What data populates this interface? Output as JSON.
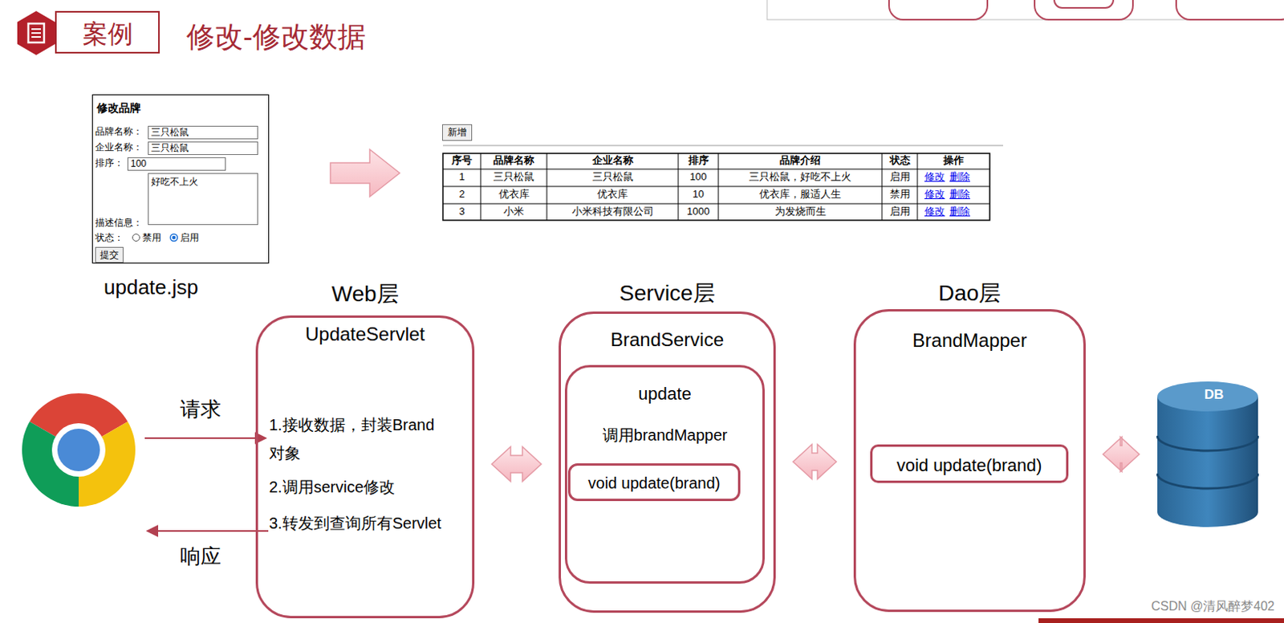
{
  "diagram": {
    "title": "修改-修改数据",
    "nodes": [
      {
        "text": [
          "案例"
        ]
      },
      {
        "text": [
          "修改品牌",
          "品牌名称：",
          "三只松鼠",
          "企业名称：",
          "三只松鼠",
          "排序：",
          "100",
          "好吃不上火",
          "描述信息：",
          "状态：",
          "禁用",
          "启用",
          "提交",
          "update.jsp"
        ]
      },
      {
        "text": [
          "Web层",
          "UpdateServlet",
          "1.接收数据，封装Brand 对象",
          "2.调用service修改",
          "3.转发到查询所有Servlet"
        ]
      },
      {
        "text": [
          "Service层",
          "BrandService"
        ]
      },
      {
        "text": [
          "update",
          "调用brandMapper"
        ],
        "in": 3
      },
      {
        "text": [
          "void update(brand)"
        ],
        "in": 4
      },
      {
        "text": [
          "Dao层",
          "BrandMapper"
        ]
      },
      {
        "text": [
          "void update(brand)"
        ],
        "in": 6
      },
      {
        "text": [
          "DB"
        ]
      }
    ],
    "edges": [
      {
        "from": 2,
        "to": 3,
        "arrow": "both"
      },
      {
        "from": 3,
        "to": 6,
        "arrow": "both"
      },
      {
        "from": 6,
        "to": 8,
        "arrow": "both"
      }
    ],
    "labels": [
      "新增",
      "序号",
      "品牌名称",
      "企业名称",
      "排序",
      "品牌介绍",
      "状态",
      "操作",
      "1",
      "三只松鼠",
      "三只松鼠",
      "100",
      "三只松鼠，好吃不上火",
      "启用",
      "修改",
      "删除",
      "2",
      "优衣库",
      "优衣库",
      "10",
      "优衣库，服适人生",
      "禁用",
      "修改",
      "删除",
      "3",
      "小米",
      "小米科技有限公司",
      "1000",
      "为发烧而生",
      "启用",
      "修改",
      "删除",
      "请求",
      "响应",
      "CSDN @清风醉梦402"
    ]
  }
}
